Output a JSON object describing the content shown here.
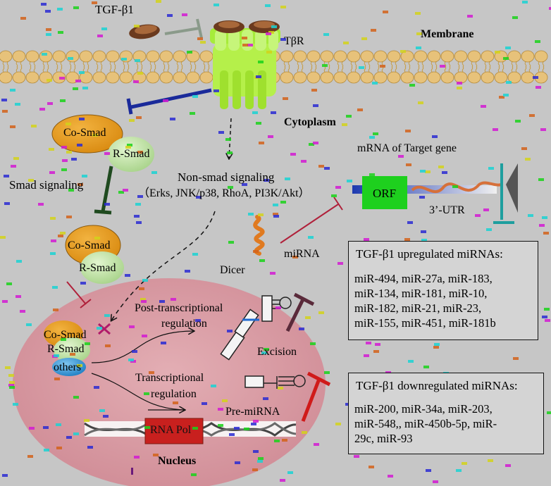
{
  "labels": {
    "tgf": "TGF-β1",
    "receptor": "TβR",
    "membrane": "Membrane",
    "cytoplasm": "Cytoplasm",
    "co_smad_1": "Co-Smad",
    "r_smad_1": "R-Smad",
    "smad_signaling": "Smad signaling",
    "co_smad_2": "Co-Smad",
    "r_smad_2": "R-Smad",
    "co_smad_3": "Co-Smad",
    "r_smad_3": "R-Smad",
    "others": "others",
    "non_smad_title": "Non-smad signaling",
    "non_smad_list": "（Erks, JNK/p38, RhoA, PI3K/Akt）",
    "mrna_target": "mRNA of Target gene",
    "orf": "ORF",
    "utr": "3’-UTR",
    "mirna": "miRNA",
    "dicer": "Dicer",
    "post_transcriptional_1": "Post-transcriptional",
    "post_transcriptional_2": "regulation",
    "transcriptional_1": "Transcriptional",
    "transcriptional_2": "regulation",
    "excision": "Excision",
    "pre_mirna": "Pre-miRNA",
    "rna_pol": "RNA Pol",
    "nucleus": "Nucleus"
  },
  "upregulated": {
    "title": "TGF-β1 upregulated miRNAs:",
    "list": "miR-494, miR-27a, miR-183,\nmiR-134, miR-181, miR-10,\nmiR-182, miR-21, miR-23,\nmiR-155, miR-451, miR-181b"
  },
  "downregulated": {
    "title": "TGF-β1 downregulated miRNAs:",
    "list": "miR-200, miR-34a, miR-203,\nmiR-548,, miR-450b-5p,  miR-\n29c, miR-93"
  },
  "colors": {
    "background": "#c6c6c6",
    "lipid_head": "#e7c27a",
    "receptor": "#a6ec3a",
    "smad_orange": "#e69a18",
    "smad_green": "#c3e6a2",
    "nucleus": "#d99aa2",
    "orf": "#1ed01e",
    "inhibit_blue": "#1a2a9a",
    "inhibit_green": "#1f4a1f",
    "inhibit_red": "#b0203a",
    "rna_pol": "#c8201e"
  }
}
